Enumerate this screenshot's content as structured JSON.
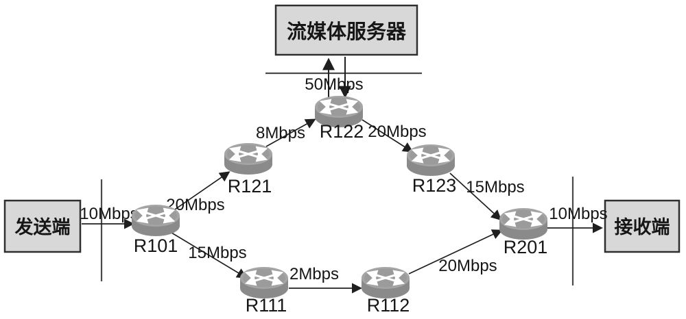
{
  "diagram_title": "streaming-media-network-topology",
  "server": {
    "label": "流媒体服务器"
  },
  "endpoints": {
    "sender": "发送端",
    "receiver": "接收端"
  },
  "routers": [
    {
      "label": "R101"
    },
    {
      "label": "R121"
    },
    {
      "label": "R122"
    },
    {
      "label": "R123"
    },
    {
      "label": "R201"
    },
    {
      "label": "R111"
    },
    {
      "label": "R112"
    }
  ],
  "links": [
    {
      "from": "server-lan",
      "to": "R122",
      "bandwidth": "50Mbps"
    },
    {
      "from": "sender",
      "to": "R101",
      "bandwidth": "10Mbps"
    },
    {
      "from": "R101",
      "to": "R121",
      "bandwidth": "20Mbps"
    },
    {
      "from": "R101",
      "to": "R111",
      "bandwidth": "15Mbps"
    },
    {
      "from": "R121",
      "to": "R122",
      "bandwidth": "8Mbps"
    },
    {
      "from": "R122",
      "to": "R123",
      "bandwidth": "20Mbps"
    },
    {
      "from": "R123",
      "to": "R201",
      "bandwidth": "15Mbps"
    },
    {
      "from": "R111",
      "to": "R112",
      "bandwidth": "2Mbps"
    },
    {
      "from": "R112",
      "to": "R201",
      "bandwidth": "20Mbps"
    },
    {
      "from": "R201",
      "to": "receiver",
      "bandwidth": "10Mbps"
    }
  ],
  "colors": {
    "background": "#ffffff",
    "box_fill": "#d8d8d8",
    "box_border": "#2e2e2e",
    "router_body": "#8a8a8a",
    "router_top": "#a5a5a5",
    "line": "#1f1f1f"
  }
}
